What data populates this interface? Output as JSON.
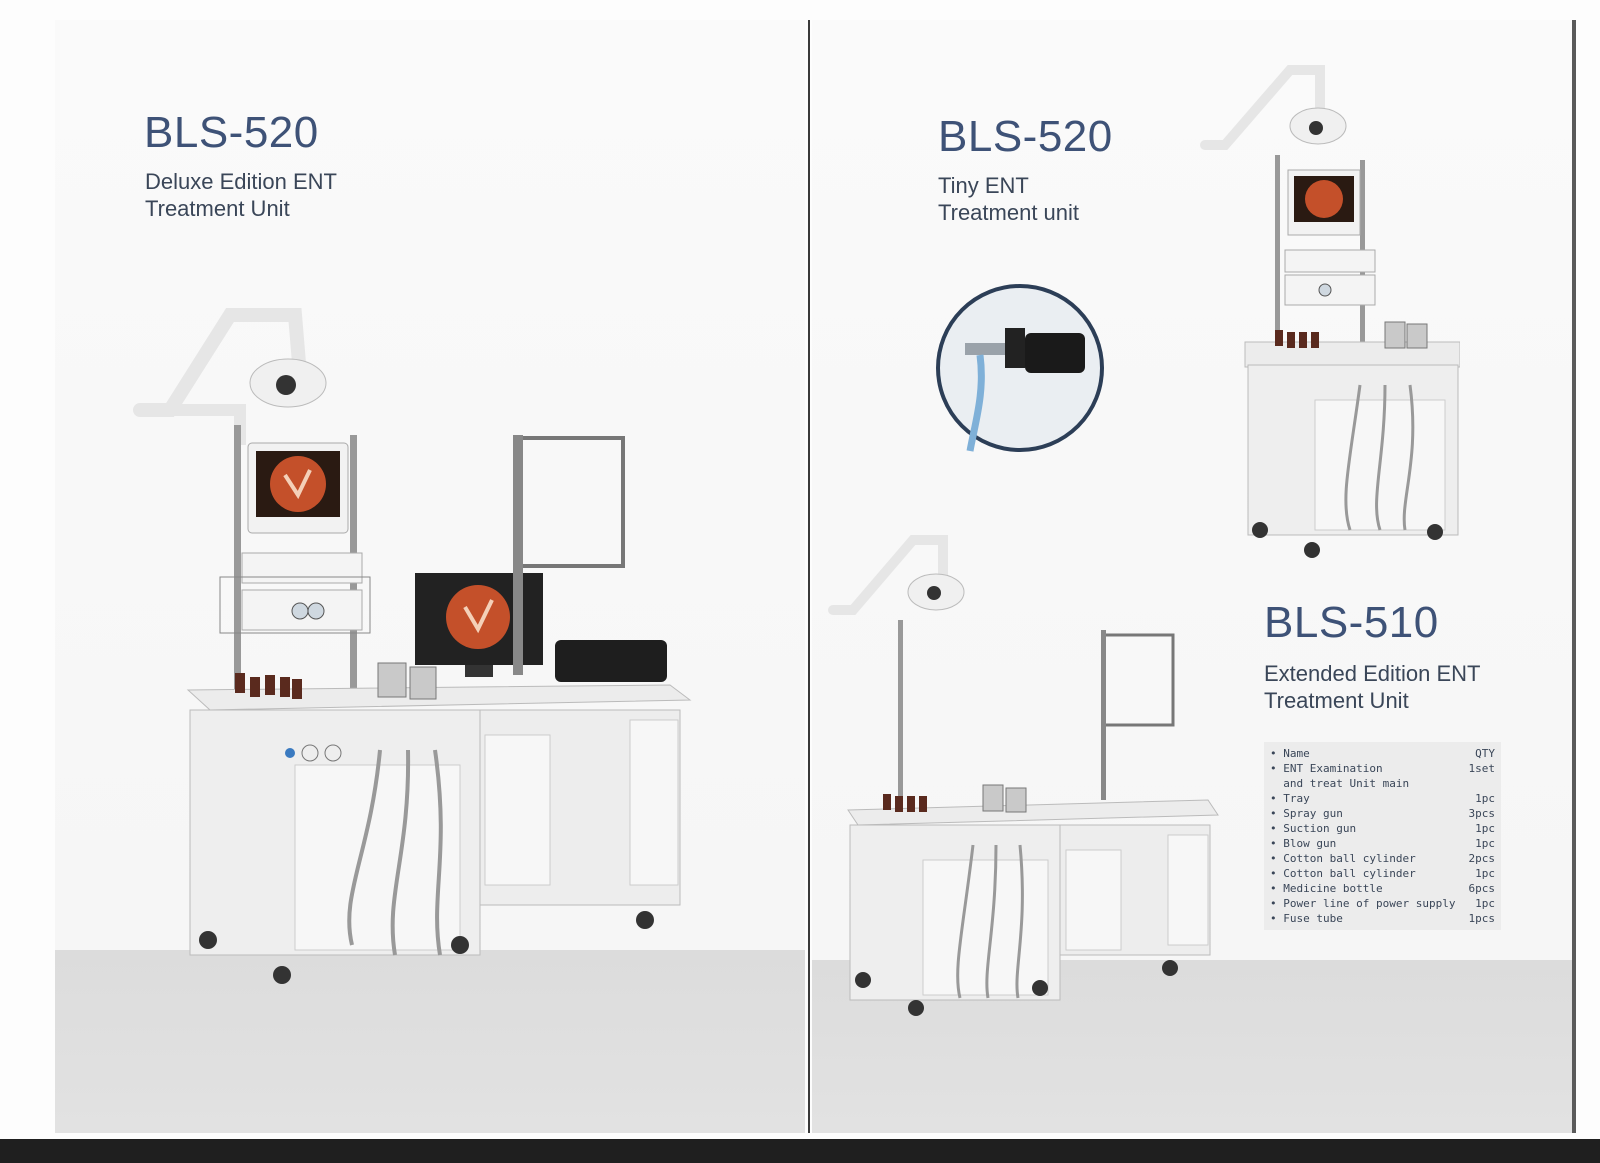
{
  "left_page": {
    "model": "BLS-520",
    "subtitle_line1": "Deluxe Edition ENT",
    "subtitle_line2": "Treatment Unit"
  },
  "right_page": {
    "top_model": "BLS-520",
    "top_subtitle_line1": "Tiny ENT",
    "top_subtitle_line2": "Treatment unit",
    "bottom_model": "BLS-510",
    "bottom_subtitle_line1": "Extended Edition ENT",
    "bottom_subtitle_line2": "Treatment Unit",
    "spec_table": [
      {
        "name": "Name",
        "qty": "QTY"
      },
      {
        "name": "ENT Examination",
        "qty": "1set"
      },
      {
        "name": "and treat Unit main",
        "qty": "",
        "continuation": true
      },
      {
        "name": "Tray",
        "qty": "1pc"
      },
      {
        "name": "Spray gun",
        "qty": "3pcs"
      },
      {
        "name": "Suction gun",
        "qty": "1pc"
      },
      {
        "name": "Blow gun",
        "qty": "1pc"
      },
      {
        "name": "Cotton ball cylinder",
        "qty": "2pcs"
      },
      {
        "name": "Cotton ball cylinder",
        "qty": "1pc"
      },
      {
        "name": "Medicine bottle",
        "qty": "6pcs"
      },
      {
        "name": "Power line of power supply",
        "qty": "1pc"
      },
      {
        "name": "Fuse tube",
        "qty": "1pcs"
      }
    ]
  },
  "colors": {
    "heading": "#3e5277",
    "text": "#3a4658",
    "cabinet": "#e9e9e9"
  }
}
